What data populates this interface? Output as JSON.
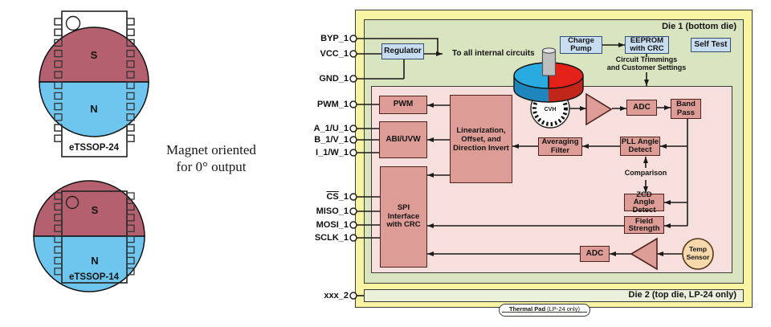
{
  "left_panel": {
    "package24": {
      "label": "eTSSOP-24",
      "south": "S",
      "north": "N"
    },
    "package14": {
      "label": "eTSSOP-14",
      "south": "S",
      "north": "N"
    },
    "caption_line1": "Magnet oriented",
    "caption_line2": "for 0° output",
    "colors": {
      "south_half": "#B5606E",
      "north_half": "#6EC6EE"
    }
  },
  "diagram": {
    "die1_label": "Die 1 (bottom die)",
    "die2_label": "Die 2 (top die, LP-24 only)",
    "thermal_pad_bold": "Thermal Pad",
    "thermal_pad_rest": " (LP-24 only)",
    "pins": {
      "byp": "BYP_1",
      "vcc": "VCC_1",
      "gnd": "GND_1",
      "pwm": "PWM_1",
      "a": "A_1/U_1",
      "b": "B_1/V_1",
      "i": "I_1/W_1",
      "cs_base": "CS",
      "cs_suffix": "_1",
      "miso": "MISO_1",
      "mosi": "MOSI_1",
      "sclk": "SCLK_1",
      "xxx": "xxx_2"
    },
    "blocks": {
      "regulator": "Regulator",
      "charge_pump": [
        "Charge",
        "Pump"
      ],
      "eeprom": [
        "EEPROM",
        "with CRC"
      ],
      "self_test": "Self Test",
      "pwm": "PWM",
      "abi": "ABI/UVW",
      "linearization": [
        "Linearization,",
        "Offset, and",
        "Direction Invert"
      ],
      "averaging": [
        "Averaging",
        "Filter"
      ],
      "pll": [
        "PLL Angle",
        "Detect"
      ],
      "adc_top": "ADC",
      "band_pass": [
        "Band",
        "Pass"
      ],
      "zcd": [
        "ZCD Angle",
        "Detect"
      ],
      "field": [
        "Field",
        "Strength"
      ],
      "spi": [
        "SPI Interface",
        "with CRC"
      ],
      "adc_bottom": "ADC",
      "temp": [
        "Temp",
        "Sensor"
      ],
      "cvh": "CVH"
    },
    "annotations": {
      "to_all": "To all internal circuits",
      "trimmings1": "Circuit Trimmings",
      "trimmings2": "and Customer Settings",
      "comparison": "Comparison"
    },
    "colors": {
      "outer_box": "#F8F4A3",
      "die1_box": "#D9E4C1",
      "die2_box": "#EAF0DB",
      "inner_box": "#F6DFDC",
      "block_fill": "#DD9C95",
      "io_block_fill": "#C9DDF1",
      "temp_fill": "#F8D9AB",
      "magnet_blue": "#29ABE2",
      "magnet_red": "#E32119"
    }
  }
}
